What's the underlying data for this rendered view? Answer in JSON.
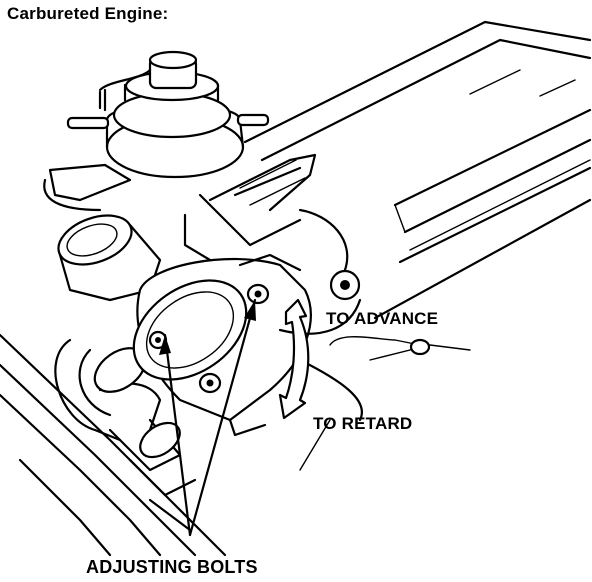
{
  "title": "Carbureted Engine:",
  "labels": {
    "advance": "TO ADVANCE",
    "retard": "TO RETARD",
    "bolts": "ADJUSTING BOLTS"
  },
  "colors": {
    "ink": "#000000",
    "paper": "#ffffff"
  }
}
